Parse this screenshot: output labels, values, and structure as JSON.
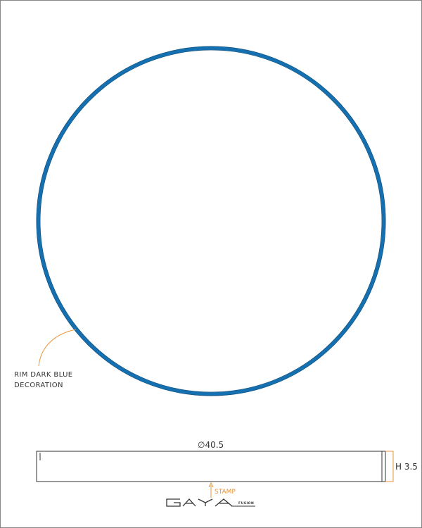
{
  "drawing": {
    "rim_label_line1": "RIM DARK BLUE",
    "rim_label_line2": "DECORATION",
    "diameter_label": "∅40.5",
    "height_label": "H 3.5",
    "stamp_label": "STAMP",
    "logo_text": "GAYA",
    "logo_subtext": "FUSION"
  },
  "colors": {
    "rim": "#1470b0",
    "rim_dark": "#0d4f7f",
    "annotation": "#e8943a",
    "outline": "#333333",
    "border": "#888888"
  }
}
